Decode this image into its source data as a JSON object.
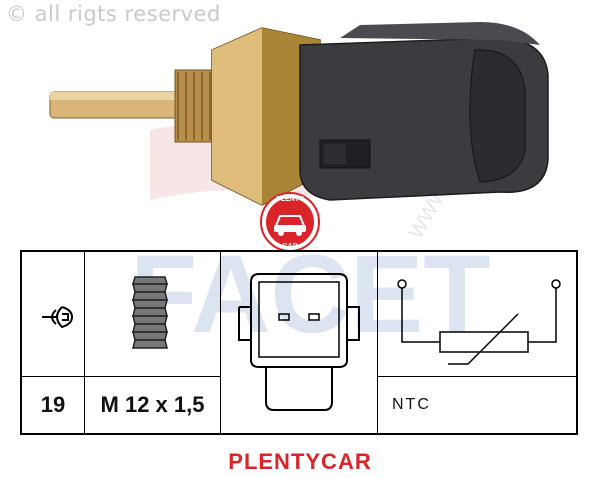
{
  "copyright": "© all rigts reserved",
  "watermark": {
    "brand": "FACET",
    "site": "WWW.PLENTYCAR"
  },
  "badge": {
    "top": "PLENTY",
    "bottom": "CAR"
  },
  "spec_table": {
    "col1_value": "19",
    "col2_value": "M 12 x 1,5",
    "col4_value": "NTC"
  },
  "footer_brand": "PLENTYCAR",
  "colors": {
    "brass": "#c9a35a",
    "connector": "#3b3c40",
    "brand_red": "#d9252a",
    "watermark_blue": "#c5d2e6"
  }
}
